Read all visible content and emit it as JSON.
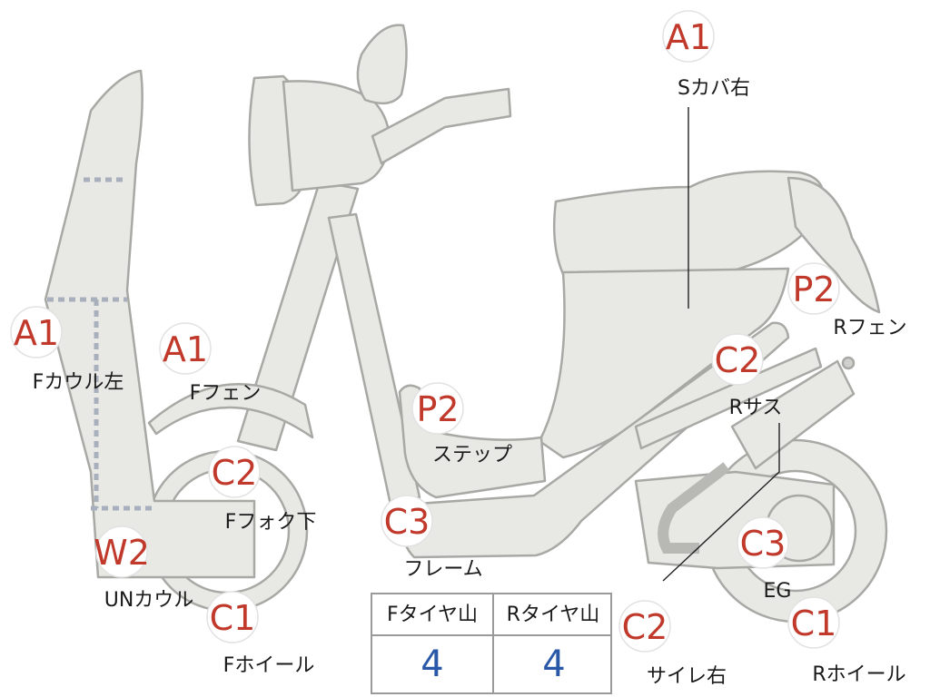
{
  "diagram": {
    "markers": [
      {
        "code": "A1",
        "label": "Sカバ右"
      },
      {
        "code": "P2",
        "label": "Rフェン"
      },
      {
        "code": "C2",
        "label": "Rサス"
      },
      {
        "code": "A1",
        "label": "Fカウル左"
      },
      {
        "code": "A1",
        "label": "Fフェン"
      },
      {
        "code": "P2",
        "label": "ステップ"
      },
      {
        "code": "C2",
        "label": "Fフォク下"
      },
      {
        "code": "C3",
        "label": "フレーム"
      },
      {
        "code": "W2",
        "label": "UNカウル"
      },
      {
        "code": "C1",
        "label": "Fホイール"
      },
      {
        "code": "C3",
        "label": "EG"
      },
      {
        "code": "C2",
        "label": "サイレ右"
      },
      {
        "code": "C1",
        "label": "Rホイール"
      }
    ],
    "colors": {
      "code_red": "#c0392b",
      "part_fill": "#e8e8e4",
      "part_outline": "#a8a8a4",
      "dashed_line": "#a9b0bd",
      "value_blue": "#2a58a8"
    }
  },
  "tire_table": {
    "front_header": "Fタイヤ山",
    "rear_header": "Rタイヤ山",
    "front_value": "4",
    "rear_value": "4"
  }
}
